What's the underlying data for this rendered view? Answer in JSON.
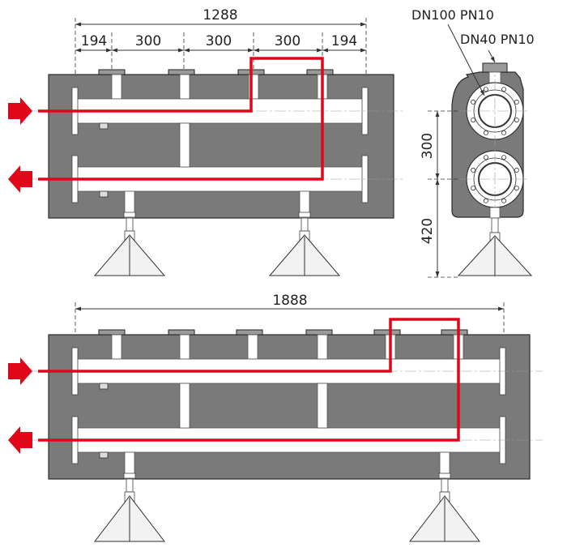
{
  "colors": {
    "housing": "#7a7a7a",
    "housing_stroke": "#2a2a2a",
    "pipe": "#ffffff",
    "flow": "#e1071b",
    "dimension": "#333333"
  },
  "top_view": {
    "overall_width": "1288",
    "segments": [
      "194",
      "300",
      "300",
      "300",
      "194"
    ]
  },
  "side_view": {
    "labels": [
      "DN100 PN10",
      "DN40 PN10"
    ],
    "dims": [
      "300",
      "420"
    ]
  },
  "bottom_view": {
    "overall_width": "1888"
  },
  "icons": {
    "supply_arrow": "arrow-right-icon",
    "return_arrow": "arrow-left-icon"
  }
}
